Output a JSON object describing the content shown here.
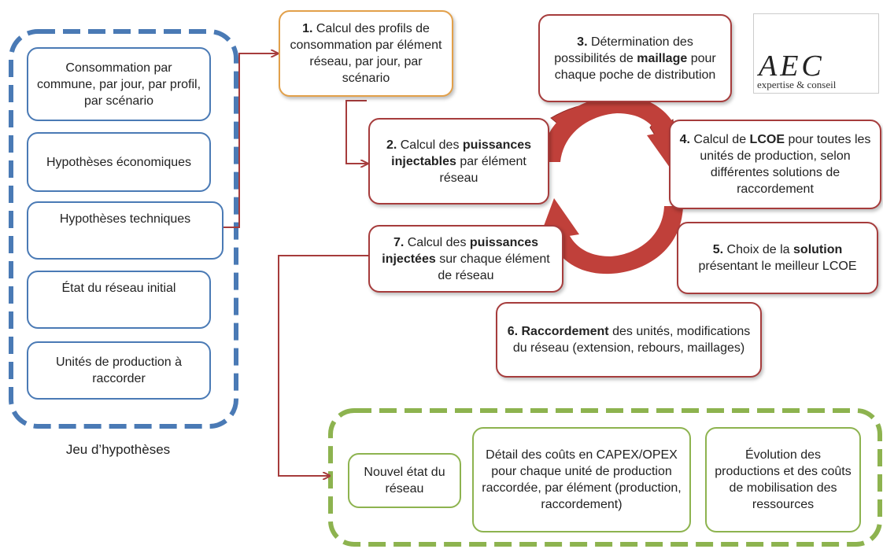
{
  "hypotheses": {
    "items": [
      "Consommation par commune, par jour, par profil, par scénario",
      "Hypothèses économiques",
      "Hypothèses techniques",
      "État du réseau initial",
      "Unités de production à raccorder"
    ],
    "caption": "Jeu d’hypothèses"
  },
  "steps": {
    "s1": {
      "num": "1.",
      "text": "Calcul des profils de consommation par élément réseau, par jour, par scénario"
    },
    "s2": {
      "num": "2.",
      "pre": "Calcul des",
      "bold": "puissances injectables",
      "post": "par élément réseau"
    },
    "s3": {
      "num": "3.",
      "pre": "Détermination des possibilités de",
      "bold": "maillage",
      "post": "pour chaque poche de distribution"
    },
    "s4": {
      "num": "4.",
      "pre": "Calcul de",
      "bold": "LCOE",
      "post": "pour toutes les unités de production, selon différentes solutions de raccordement"
    },
    "s5": {
      "num": "5.",
      "pre": "Choix de la",
      "bold": "solution",
      "post": "présentant le meilleur LCOE"
    },
    "s6": {
      "num": "6.",
      "bold": "Raccordement",
      "post": "des unités, modifications du réseau (extension, rebours, maillages)"
    },
    "s7": {
      "num": "7.",
      "pre": "Calcul des",
      "bold": "puissances injectées",
      "post": "sur chaque élément de réseau"
    }
  },
  "outputs": [
    "Nouvel état du réseau",
    "Détail des coûts en CAPEX/OPEX pour chaque unité de production raccordée, par élément (production, raccordement)",
    "Évolution des productions et des coûts de mobilisation des ressources"
  ],
  "logo": {
    "main": "AEC",
    "sub": "expertise & conseil"
  },
  "colors": {
    "blue": "#4a7ab5",
    "red": "#a63c3c",
    "orange": "#e2a04a",
    "green": "#8db34f",
    "cycle": "#c0403a"
  }
}
